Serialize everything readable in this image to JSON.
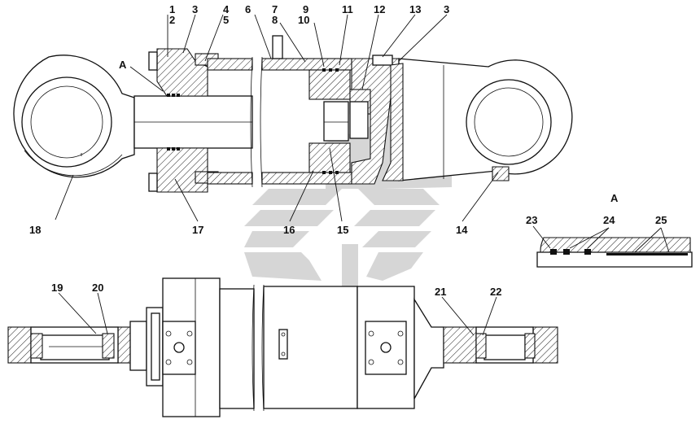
{
  "labels": {
    "l1": "1",
    "l2": "2",
    "l3a": "3",
    "l4": "4",
    "l5": "5",
    "l6": "6",
    "l7": "7",
    "l8": "8",
    "l9": "9",
    "l10": "10",
    "l11": "11",
    "l12": "12",
    "l13": "13",
    "l3b": "3",
    "lA": "A",
    "l14": "14",
    "l15": "15",
    "l16": "16",
    "l17": "17",
    "l18": "18",
    "l19": "19",
    "l20": "20",
    "l21": "21",
    "l22": "22",
    "l23": "23",
    "l24": "24",
    "l25": "25",
    "detail_title": "A"
  },
  "colors": {
    "line": "#111111",
    "watermark": "#c9c9c9"
  }
}
